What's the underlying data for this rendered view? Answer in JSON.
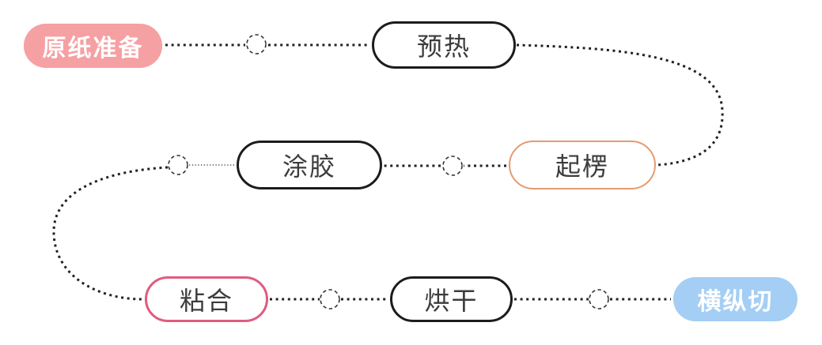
{
  "diagram": {
    "title_hint": "corrugated-board-production-flow",
    "background_color": "#ffffff",
    "connector_color": "#222222",
    "steps": [
      {
        "id": "raw-paper-prep",
        "label": "原纸准备",
        "variant": "filled",
        "accent_color": "#F5A0A3",
        "text_color": "#ffffff"
      },
      {
        "id": "preheat",
        "label": "预热",
        "variant": "outlined",
        "accent_color": "#1c1c1c",
        "text_color": "#3c3c3c"
      },
      {
        "id": "fluting",
        "label": "起楞",
        "variant": "outlined",
        "accent_color": "#E59A6E",
        "text_color": "#3c3c3c"
      },
      {
        "id": "gluing",
        "label": "涂胶",
        "variant": "outlined",
        "accent_color": "#1c1c1c",
        "text_color": "#3c3c3c"
      },
      {
        "id": "bonding",
        "label": "粘合",
        "variant": "outlined",
        "accent_color": "#E05B80",
        "text_color": "#3c3c3c"
      },
      {
        "id": "drying",
        "label": "烘干",
        "variant": "outlined",
        "accent_color": "#1c1c1c",
        "text_color": "#3c3c3c"
      },
      {
        "id": "cross-cut",
        "label": "横纵切",
        "variant": "filled",
        "accent_color": "#A4CEF4",
        "text_color": "#ffffff"
      }
    ],
    "flow_order": [
      "原纸准备",
      "预热",
      "起楞",
      "涂胶",
      "粘合",
      "烘干",
      "横纵切"
    ]
  }
}
